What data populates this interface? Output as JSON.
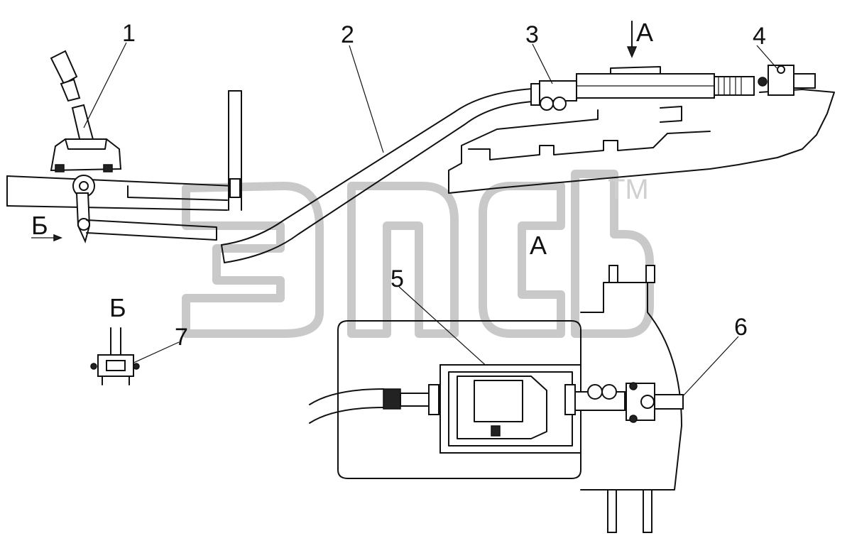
{
  "callouts": {
    "c1": "1",
    "c2": "2",
    "c3": "3",
    "c4": "4",
    "c5": "5",
    "c6": "6",
    "c7": "7"
  },
  "view_labels": {
    "a_arrow": "А",
    "a_view": "А",
    "b_arrow": "Б",
    "b_view": "Б"
  },
  "watermark": {
    "tm": "TM"
  },
  "colors": {
    "line": "#111111",
    "watermark": "#c9c9c9",
    "background": "#ffffff"
  }
}
